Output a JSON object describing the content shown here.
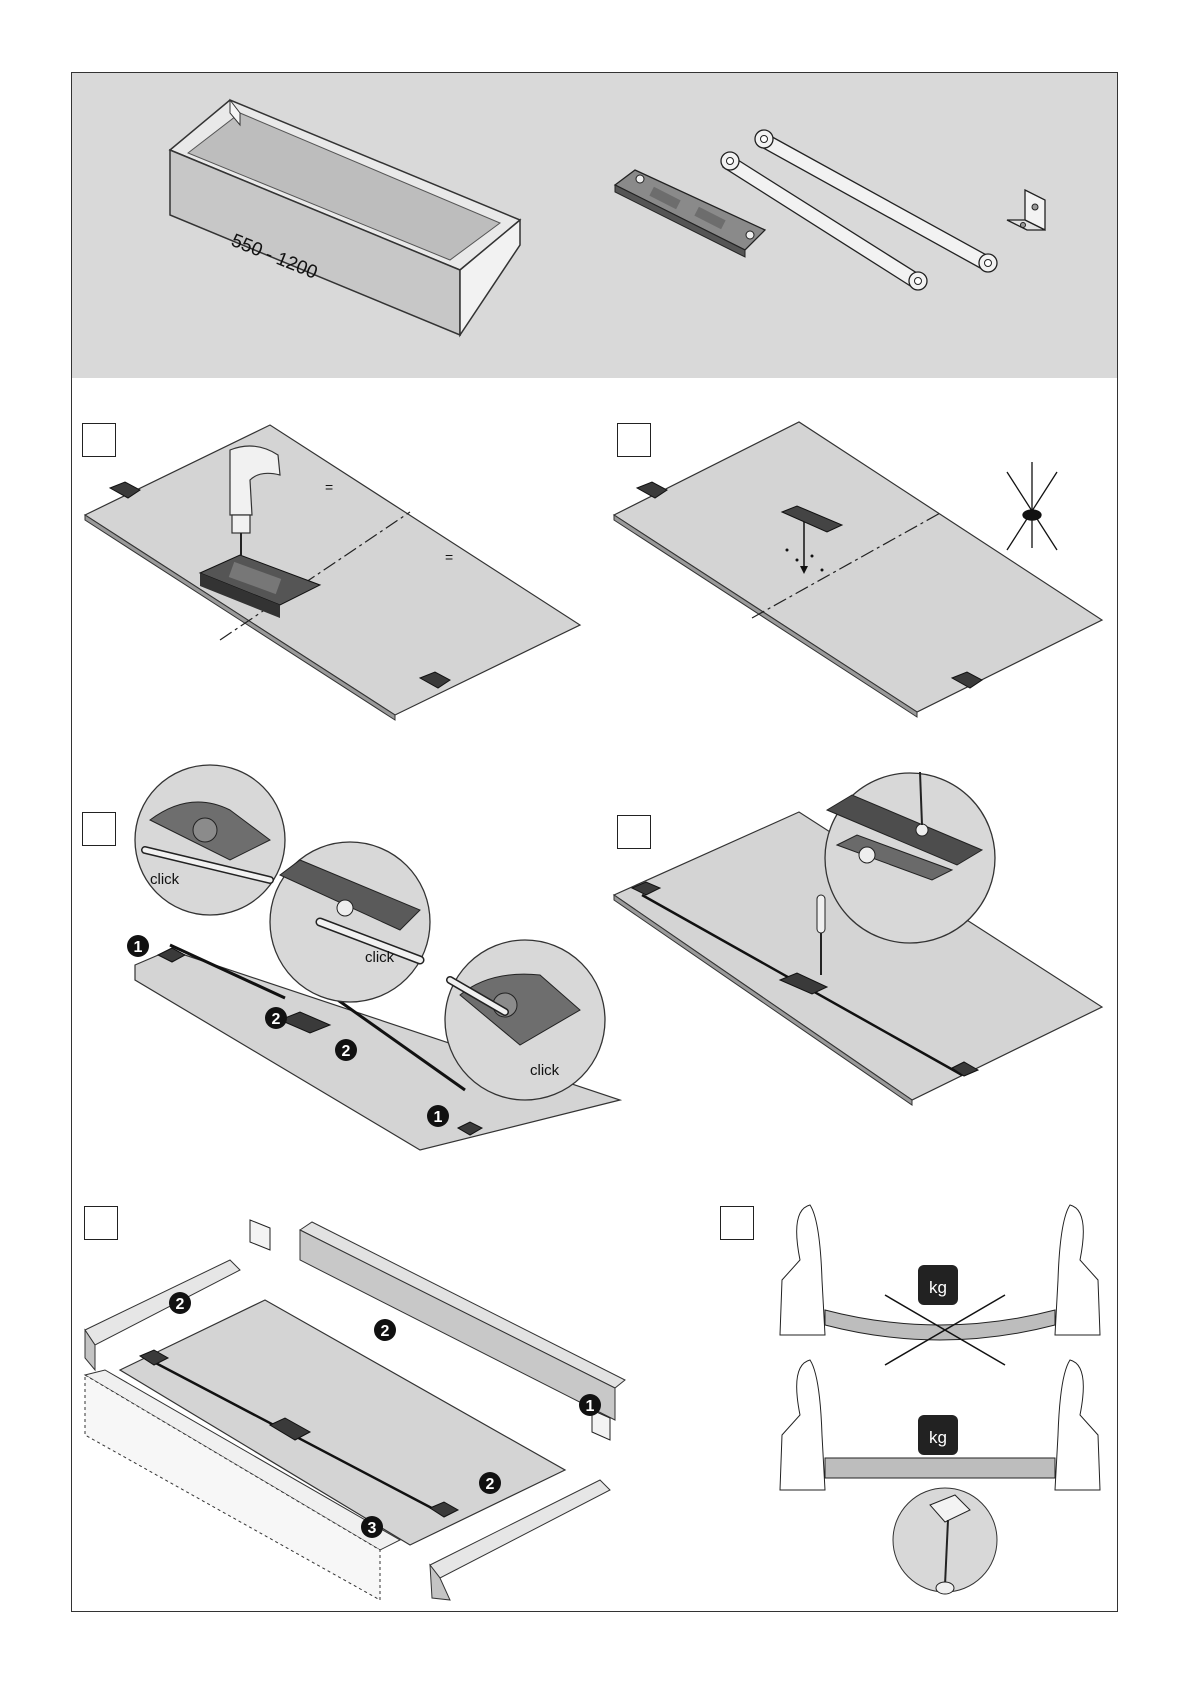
{
  "dimension_label": "550 - 1200",
  "click_labels": [
    "click",
    "click",
    "click"
  ],
  "weight_label": "kg",
  "step_numbers": {
    "panel3": [
      "1",
      "2",
      "2",
      "1"
    ],
    "panel5": [
      "2",
      "2",
      "1",
      "2",
      "3"
    ]
  },
  "colors": {
    "band": "#d9d9d9",
    "panel": "#d4d4d4",
    "part": "#4a4a4a",
    "outline": "#222222"
  }
}
